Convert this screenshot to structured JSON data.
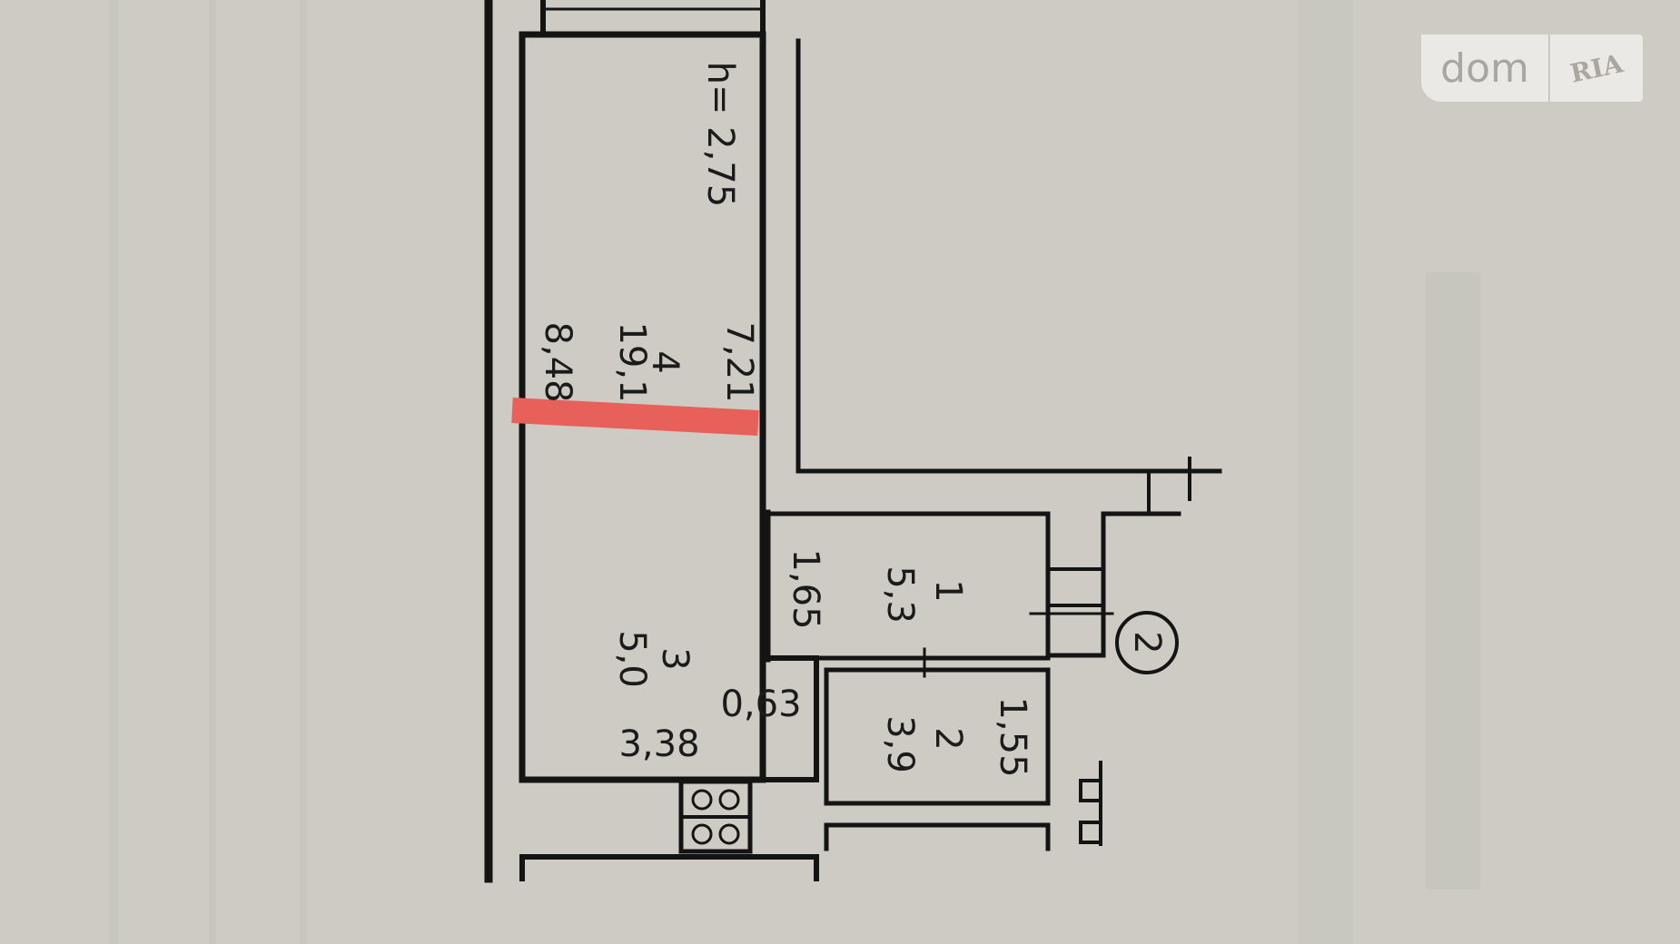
{
  "plan": {
    "ceiling_height": "h= 2,75",
    "rooms": [
      {
        "number": "4",
        "area": "19,1",
        "width": "7,21",
        "length": "8,48"
      },
      {
        "number": "1",
        "area": "5,3",
        "dim": "1,65"
      },
      {
        "number": "3",
        "area": "5,0",
        "dim_a": "0,63",
        "dim_b": "3,38"
      },
      {
        "number": "2",
        "area": "3,9",
        "dim": "1,55"
      }
    ],
    "section_marker": "2",
    "highlight_color": "#e8605a"
  },
  "watermark": {
    "left": "dom",
    "right": "RIA"
  }
}
